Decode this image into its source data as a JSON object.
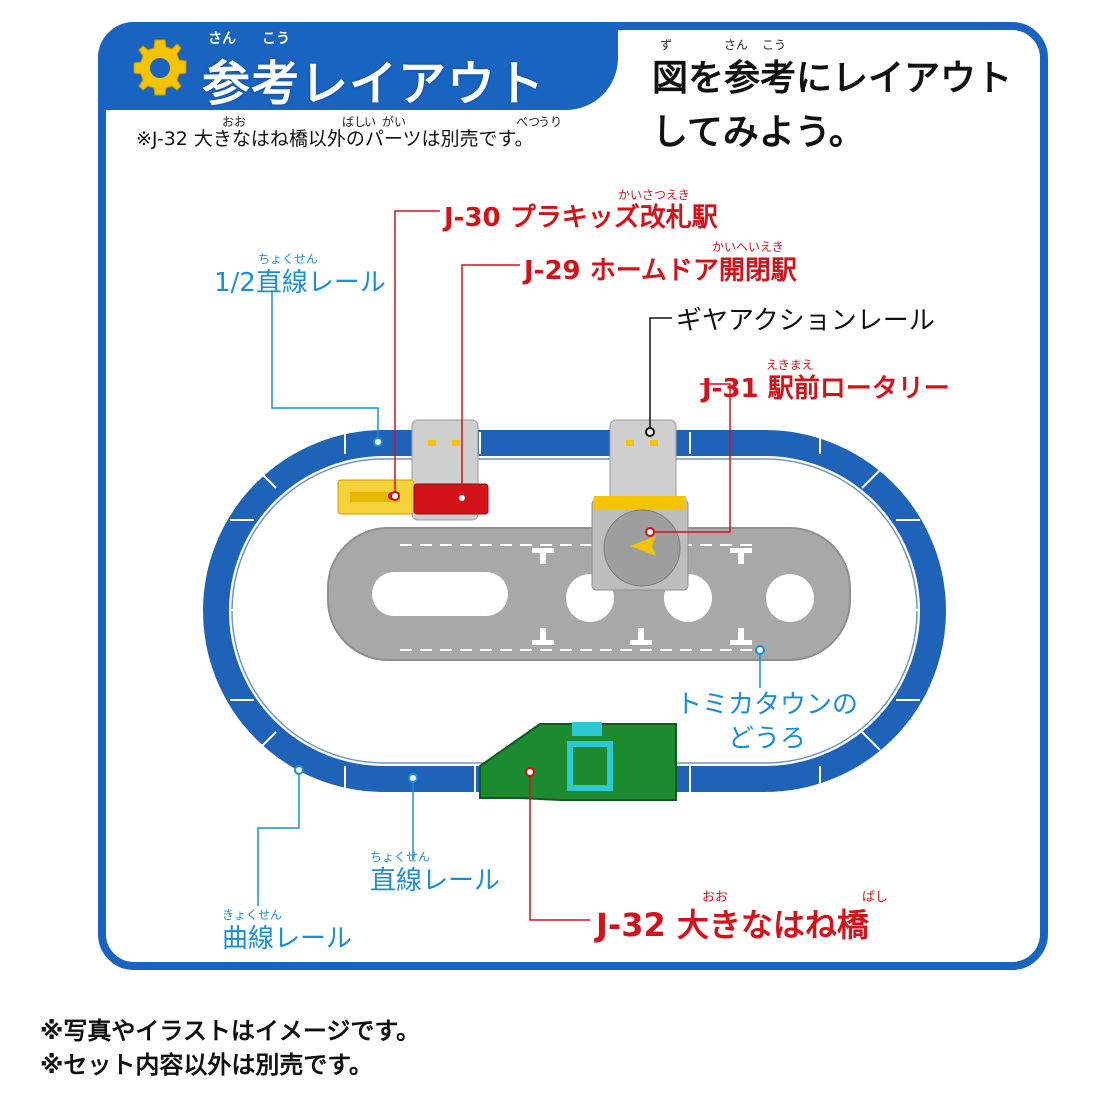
{
  "header": {
    "title": "参考レイアウト",
    "title_ruby": [
      "さん",
      "こう"
    ],
    "note": "※J-32 大きなはね橋以外のパーツは別売です。",
    "note_ruby": [
      "おお",
      "ばし",
      "い",
      "がい",
      "べつ",
      "うり"
    ],
    "guide_line1": "図を参考にレイアウト",
    "guide_line2": "してみよう。",
    "guide_ruby": [
      "ず",
      "さん",
      "こう"
    ]
  },
  "labels": {
    "j30": "J-30 プラキッズ改札駅",
    "j30_ruby": "かいさつえき",
    "j29": "J-29 ホームドア開閉駅",
    "j29_ruby": "かいへいえき",
    "gear_rail": "ギヤアクションレール",
    "j31": "J-31 駅前ロータリー",
    "j31_ruby": "えきまえ",
    "half_straight": "1/2直線レール",
    "half_straight_ruby": "ちょくせん",
    "tomica_road_1": "トミカタウンの",
    "tomica_road_2": "どうろ",
    "straight": "直線レール",
    "straight_ruby": "ちょくせん",
    "curve": "曲線レール",
    "curve_ruby": "きょくせん",
    "j32": "J-32 大きなはね橋",
    "j32_ruby_1": "おお",
    "j32_ruby_2": "ばし"
  },
  "footer": {
    "line1": "※写真やイラストはイメージです。",
    "line2": "※セット内容以外は別売です。"
  },
  "icons": {
    "gear": "gear-icon"
  },
  "colors": {
    "frame_blue": "#1864c0",
    "track_blue": "#1f63b8",
    "label_red": "#d4121a",
    "label_blue": "#1a8fd6",
    "gear_yellow": "#f4c400",
    "road_gray": "#a8a8a8",
    "bridge_green": "#1c8a2e"
  }
}
